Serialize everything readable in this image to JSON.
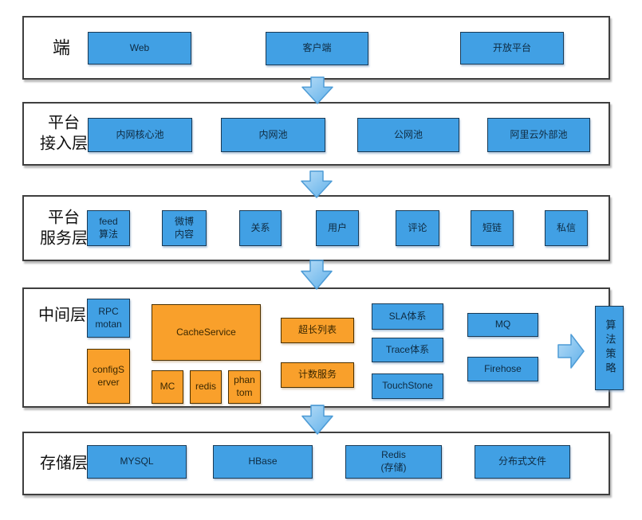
{
  "colors": {
    "box_blue": "#41a0e4",
    "box_orange": "#f9a02b",
    "arrow_fill_light": "#b8ddf7",
    "arrow_fill_dark": "#5fb0ea",
    "arrow_stroke": "#4e9cd6",
    "container_border": "#3f3f3f"
  },
  "layers": [
    {
      "label": "端",
      "boxes": [
        {
          "label": "Web"
        },
        {
          "label": "客户端"
        },
        {
          "label": "开放平台"
        }
      ]
    },
    {
      "label": "平台\n接入层",
      "boxes": [
        {
          "label": "内网核心池"
        },
        {
          "label": "内网池"
        },
        {
          "label": "公网池"
        },
        {
          "label": "阿里云外部池"
        }
      ]
    },
    {
      "label": "平台\n服务层",
      "boxes": [
        {
          "label": "feed\n算法"
        },
        {
          "label": "微博\n内容"
        },
        {
          "label": "关系"
        },
        {
          "label": "用户"
        },
        {
          "label": "评论"
        },
        {
          "label": "短链"
        },
        {
          "label": "私信"
        }
      ]
    },
    {
      "label": "中间层",
      "boxes": [
        {
          "label": "RPC\nmotan"
        },
        {
          "label": "configS\nerver"
        },
        {
          "label": "CacheService"
        },
        {
          "label": "MC"
        },
        {
          "label": "redis"
        },
        {
          "label": "phan\ntom"
        },
        {
          "label": "超长列表"
        },
        {
          "label": "计数服务"
        },
        {
          "label": "SLA体系"
        },
        {
          "label": "Trace体系"
        },
        {
          "label": "TouchStone"
        },
        {
          "label": "MQ"
        },
        {
          "label": "Firehose"
        },
        {
          "label": "算法策略"
        }
      ]
    },
    {
      "label": "存储层",
      "boxes": [
        {
          "label": "MYSQL"
        },
        {
          "label": "HBase"
        },
        {
          "label": "Redis\n(存储)"
        },
        {
          "label": "分布式文件"
        }
      ]
    }
  ]
}
